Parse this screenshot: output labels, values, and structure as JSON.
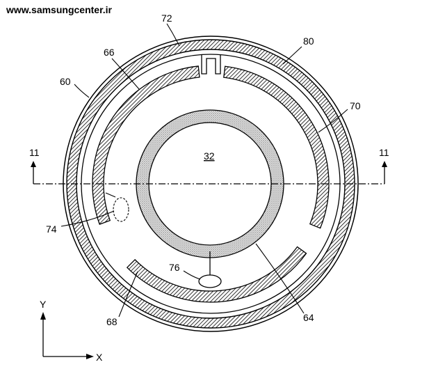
{
  "watermark": "www.samsungcenter.ir",
  "labels": {
    "center": "32",
    "outer_ring": "60",
    "outermost_ring": "80",
    "top_gap": "72",
    "upper_left_arc": "66",
    "right_arc": "70",
    "inner_ring": "64",
    "bottom_arc": "68",
    "small_ellipse": "74",
    "bottom_ellipse": "76",
    "section_left": "11",
    "section_right": "11",
    "axis_y": "Y",
    "axis_x": "X"
  },
  "colors": {
    "stroke": "#000000",
    "inner_ring_fill": "#d9d9d9",
    "background": "#ffffff"
  }
}
